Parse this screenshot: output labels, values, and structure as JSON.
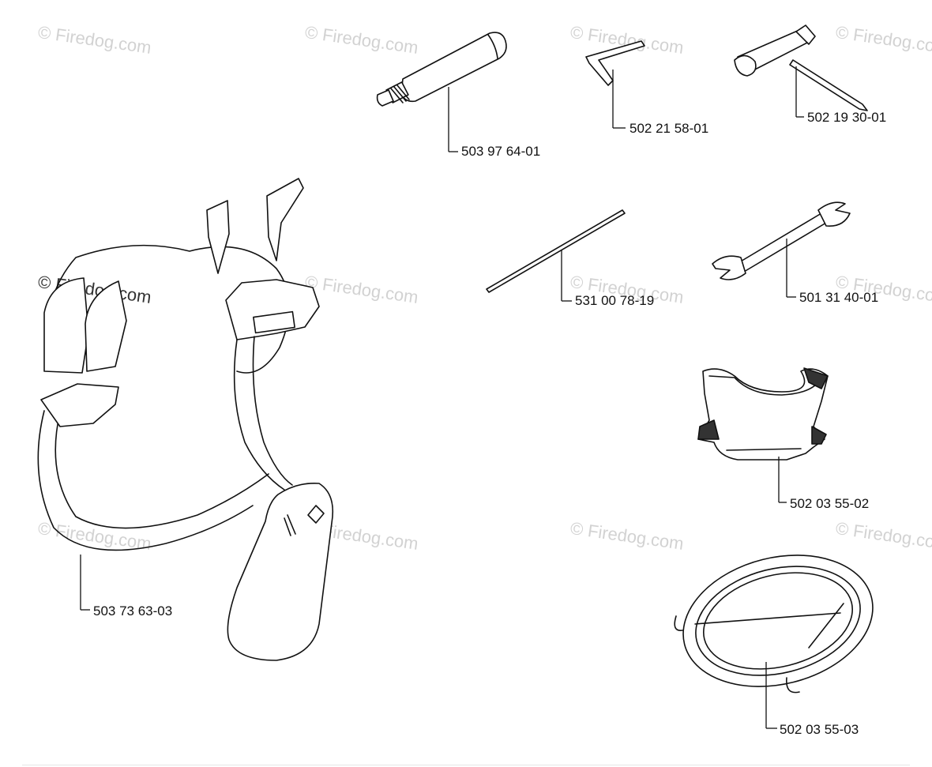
{
  "watermark": {
    "text": "© Firedog.com"
  },
  "parts": [
    {
      "id": "grease-tube",
      "number": "503 97 64-01"
    },
    {
      "id": "hex-key",
      "number": "502 21 58-01"
    },
    {
      "id": "combination-spanner",
      "number": "502 19 30-01"
    },
    {
      "id": "locking-pin",
      "number": "531 00 78-19"
    },
    {
      "id": "open-end-wrench",
      "number": "501 31 40-01"
    },
    {
      "id": "harness-back-plate",
      "number": "502 03 55-02"
    },
    {
      "id": "blade-guard-ring",
      "number": "502 03 55-03"
    },
    {
      "id": "harness",
      "number": "503 73 63-03"
    }
  ]
}
